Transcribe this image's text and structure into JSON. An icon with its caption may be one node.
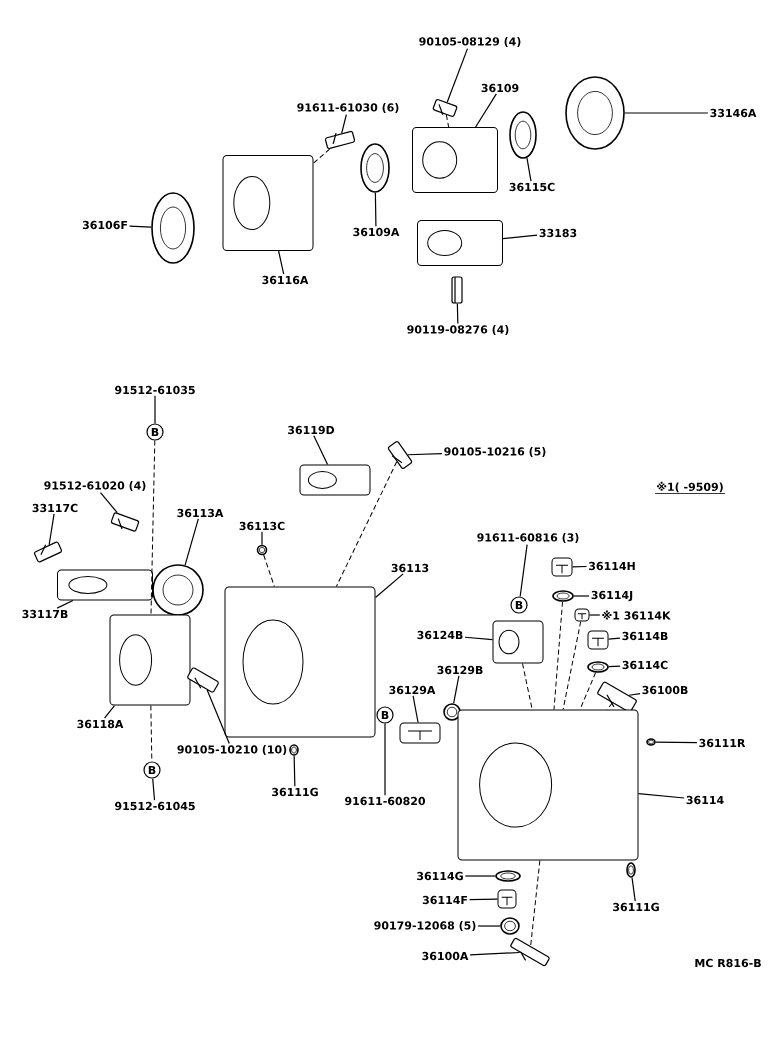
{
  "diagram": {
    "nodes": [
      {
        "text": [
          "90105-08129 (4)"
        ]
      },
      {
        "text": [],
        "shape": "picture"
      },
      {
        "text": [
          "36109"
        ]
      },
      {
        "text": [],
        "shape": "picture"
      },
      {
        "text": [
          "33146A"
        ]
      },
      {
        "text": [],
        "shape": "picture"
      },
      {
        "text": [
          "91611-61030 (6)"
        ]
      },
      {
        "text": [],
        "shape": "picture"
      },
      {
        "text": [
          "36115C"
        ]
      },
      {
        "text": [],
        "shape": "picture"
      },
      {
        "text": [
          "36106F"
        ]
      },
      {
        "text": [],
        "shape": "picture"
      },
      {
        "text": [
          "36109A"
        ]
      },
      {
        "text": [],
        "shape": "picture"
      },
      {
        "text": [
          "33183"
        ]
      },
      {
        "text": [],
        "shape": "picture"
      },
      {
        "text": [
          "36116A"
        ]
      },
      {
        "text": [],
        "shape": "picture"
      },
      {
        "text": [
          "90119-08276 (4)"
        ]
      },
      {
        "text": [],
        "shape": "picture"
      },
      {
        "text": [
          "91512-61035"
        ]
      },
      {
        "text": [
          "B"
        ]
      },
      {
        "text": [
          "36119D"
        ]
      },
      {
        "text": [],
        "shape": "picture"
      },
      {
        "text": [
          "90105-10216 (5)"
        ]
      },
      {
        "text": [],
        "shape": "picture"
      },
      {
        "text": [
          "91512-61020 (4)"
        ]
      },
      {
        "text": [],
        "shape": "picture"
      },
      {
        "text": [
          "33117C"
        ]
      },
      {
        "text": [],
        "shape": "picture"
      },
      {
        "text": [
          "36113A"
        ]
      },
      {
        "text": [],
        "shape": "picture"
      },
      {
        "text": [
          "36113C"
        ]
      },
      {
        "text": [],
        "shape": "picture"
      },
      {
        "text": [
          "36113"
        ]
      },
      {
        "text": [],
        "shape": "picture"
      },
      {
        "text": [
          "91611-60816 (3)"
        ]
      },
      {
        "text": [
          "B"
        ]
      },
      {
        "text": [
          "36114H"
        ]
      },
      {
        "text": [],
        "shape": "picture"
      },
      {
        "text": [
          "36114J"
        ]
      },
      {
        "text": [],
        "shape": "picture"
      },
      {
        "text": [
          "※1 36114K"
        ]
      },
      {
        "text": [],
        "shape": "picture"
      },
      {
        "text": [
          "33117B"
        ]
      },
      {
        "text": [],
        "shape": "picture"
      },
      {
        "text": [
          "36124B"
        ]
      },
      {
        "text": [],
        "shape": "picture"
      },
      {
        "text": [
          "36114B"
        ]
      },
      {
        "text": [],
        "shape": "picture"
      },
      {
        "text": [
          "36129B"
        ]
      },
      {
        "text": [],
        "shape": "picture"
      },
      {
        "text": [
          "36114C"
        ]
      },
      {
        "text": [],
        "shape": "picture"
      },
      {
        "text": [
          "36100B"
        ]
      },
      {
        "text": [],
        "shape": "picture"
      },
      {
        "text": [
          "36118A"
        ]
      },
      {
        "text": [],
        "shape": "picture"
      },
      {
        "text": [
          "36129A"
        ]
      },
      {
        "text": [],
        "shape": "picture"
      },
      {
        "text": [
          "90105-10210 (10)"
        ]
      },
      {
        "text": [],
        "shape": "picture"
      },
      {
        "text": [
          "36111R"
        ]
      },
      {
        "text": [],
        "shape": "picture"
      },
      {
        "text": [
          "B"
        ]
      },
      {
        "text": [
          "91512-61045"
        ]
      },
      {
        "text": [
          "91611-60820"
        ]
      },
      {
        "text": [
          "B"
        ]
      },
      {
        "text": [
          "36111G"
        ]
      },
      {
        "text": [],
        "shape": "picture"
      },
      {
        "text": [
          "36114"
        ]
      },
      {
        "text": [],
        "shape": "picture"
      },
      {
        "text": [
          "36111G"
        ]
      },
      {
        "text": [],
        "shape": "picture"
      },
      {
        "text": [
          "36114G"
        ]
      },
      {
        "text": [],
        "shape": "picture"
      },
      {
        "text": [
          "36114F"
        ]
      },
      {
        "text": [],
        "shape": "picture"
      },
      {
        "text": [
          "90179-12068 (5)"
        ]
      },
      {
        "text": [],
        "shape": "picture"
      },
      {
        "text": [
          "36100A"
        ]
      },
      {
        "text": [],
        "shape": "picture"
      }
    ],
    "edges": [
      {
        "from": 0,
        "to": 1,
        "arrow": "none"
      },
      {
        "from": 2,
        "to": 3,
        "arrow": "none"
      },
      {
        "from": 4,
        "to": 5,
        "arrow": "none"
      },
      {
        "from": 6,
        "to": 7,
        "arrow": "none"
      },
      {
        "from": 8,
        "to": 9,
        "arrow": "none"
      },
      {
        "from": 10,
        "to": 11,
        "arrow": "none"
      },
      {
        "from": 12,
        "to": 13,
        "arrow": "none"
      },
      {
        "from": 14,
        "to": 15,
        "arrow": "none"
      },
      {
        "from": 16,
        "to": 17,
        "arrow": "none"
      },
      {
        "from": 18,
        "to": 19,
        "arrow": "none"
      },
      {
        "from": 20,
        "to": 21,
        "arrow": "none"
      },
      {
        "from": 22,
        "to": 23,
        "arrow": "none"
      },
      {
        "from": 24,
        "to": 25,
        "arrow": "none"
      },
      {
        "from": 26,
        "to": 27,
        "arrow": "none"
      },
      {
        "from": 28,
        "to": 29,
        "arrow": "none"
      },
      {
        "from": 30,
        "to": 31,
        "arrow": "none"
      },
      {
        "from": 32,
        "to": 33,
        "arrow": "none"
      },
      {
        "from": 34,
        "to": 35,
        "arrow": "none"
      },
      {
        "from": 36,
        "to": 37,
        "arrow": "none"
      },
      {
        "from": 38,
        "to": 39,
        "arrow": "none"
      },
      {
        "from": 40,
        "to": 41,
        "arrow": "none"
      },
      {
        "from": 42,
        "to": 43,
        "arrow": "none"
      },
      {
        "from": 44,
        "to": 45,
        "arrow": "none"
      },
      {
        "from": 46,
        "to": 47,
        "arrow": "none"
      },
      {
        "from": 48,
        "to": 49,
        "arrow": "none"
      },
      {
        "from": 50,
        "to": 51,
        "arrow": "none"
      },
      {
        "from": 52,
        "to": 53,
        "arrow": "none"
      },
      {
        "from": 54,
        "to": 55,
        "arrow": "none"
      },
      {
        "from": 56,
        "to": 57,
        "arrow": "none"
      },
      {
        "from": 58,
        "to": 59,
        "arrow": "none"
      },
      {
        "from": 60,
        "to": 61,
        "arrow": "none"
      },
      {
        "from": 62,
        "to": 63,
        "arrow": "none"
      },
      {
        "from": 65,
        "to": 64,
        "arrow": "none"
      },
      {
        "from": 66,
        "to": 67,
        "arrow": "none"
      },
      {
        "from": 68,
        "to": 69,
        "arrow": "none"
      },
      {
        "from": 70,
        "to": 71,
        "arrow": "none"
      },
      {
        "from": 72,
        "to": 73,
        "arrow": "none"
      },
      {
        "from": 74,
        "to": 75,
        "arrow": "none"
      },
      {
        "from": 76,
        "to": 77,
        "arrow": "none"
      },
      {
        "from": 78,
        "to": 79,
        "arrow": "none"
      },
      {
        "from": 80,
        "to": 81,
        "arrow": "none"
      },
      {
        "from": 1,
        "to": 3,
        "arrow": "none",
        "style": "dashed"
      },
      {
        "from": 7,
        "to": 17,
        "arrow": "none",
        "style": "dashed"
      },
      {
        "from": 21,
        "to": 57,
        "arrow": "none",
        "style": "dashed"
      },
      {
        "from": 57,
        "to": 64,
        "arrow": "none",
        "style": "dashed"
      },
      {
        "from": 25,
        "to": 35,
        "arrow": "none",
        "style": "dashed"
      },
      {
        "from": 33,
        "to": 35,
        "arrow": "none",
        "style": "dashed"
      },
      {
        "from": 47,
        "to": 71,
        "arrow": "none",
        "style": "dashed"
      },
      {
        "from": 41,
        "to": 71,
        "arrow": "none",
        "style": "dashed"
      },
      {
        "from": 43,
        "to": 71,
        "arrow": "none",
        "style": "dashed"
      },
      {
        "from": 53,
        "to": 71,
        "arrow": "none",
        "style": "dashed"
      },
      {
        "from": 55,
        "to": 71,
        "arrow": "none",
        "style": "dashed"
      },
      {
        "from": 71,
        "to": 81,
        "arrow": "none",
        "style": "dashed"
      }
    ],
    "labels": [
      "※1( -9509)",
      "MC R816-B"
    ]
  }
}
